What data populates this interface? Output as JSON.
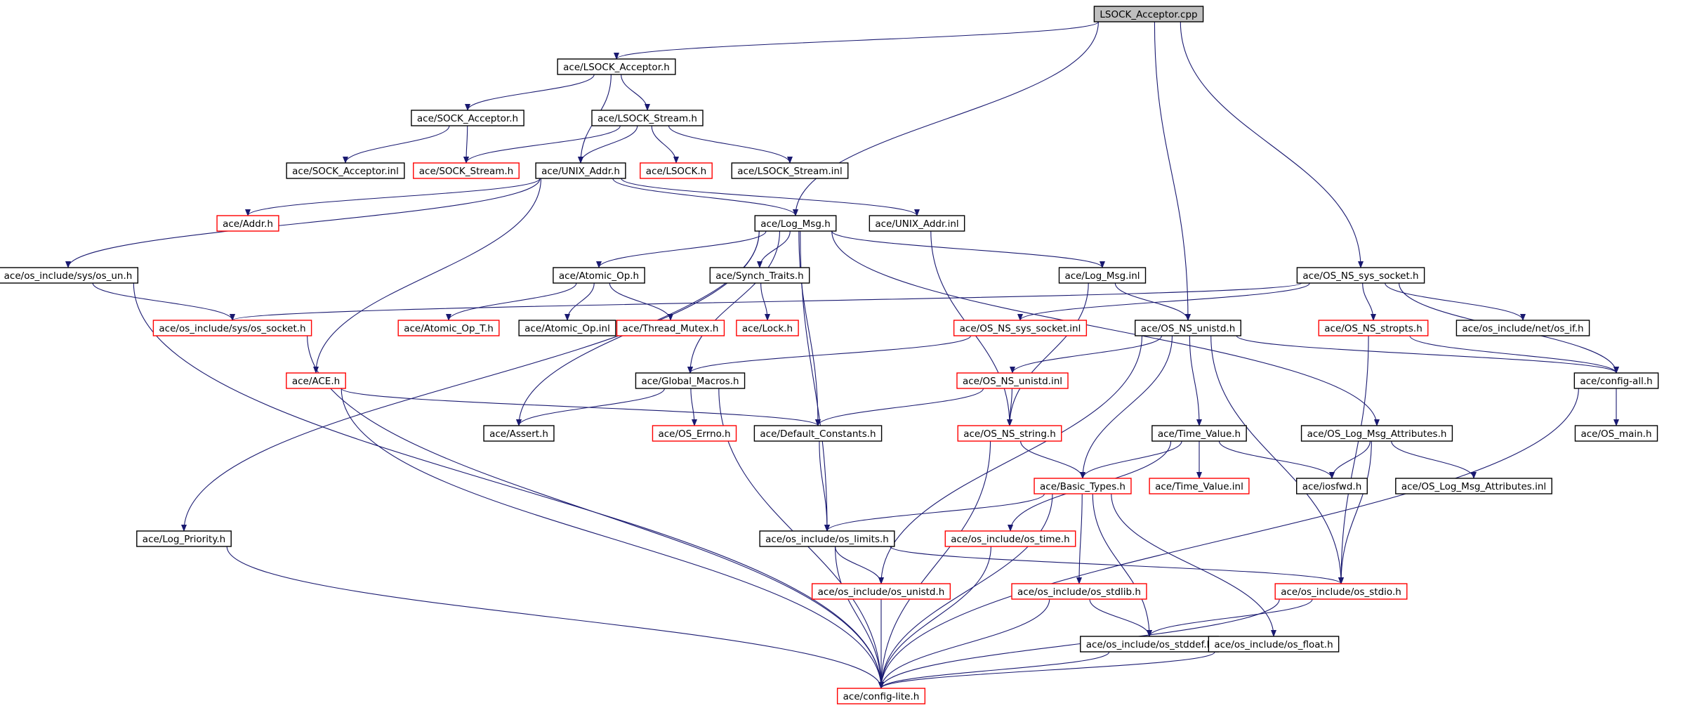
{
  "diagram": {
    "type": "include-dependency-graph",
    "colors": {
      "edge": "#191970",
      "root_fill": "#bfbfbf",
      "normal_border": "#000000",
      "missing_border": "#ff0000"
    },
    "nodes": [
      {
        "id": "root",
        "label": "LSOCK_Acceptor.cpp",
        "style": "root"
      },
      {
        "id": "lsock_acceptor_h",
        "label": "ace/LSOCK_Acceptor.h",
        "style": "normal"
      },
      {
        "id": "sock_acceptor_h",
        "label": "ace/SOCK_Acceptor.h",
        "style": "normal"
      },
      {
        "id": "lsock_stream_h",
        "label": "ace/LSOCK_Stream.h",
        "style": "normal"
      },
      {
        "id": "sock_acceptor_inl",
        "label": "ace/SOCK_Acceptor.inl",
        "style": "normal"
      },
      {
        "id": "sock_stream_h",
        "label": "ace/SOCK_Stream.h",
        "style": "missing"
      },
      {
        "id": "unix_addr_h",
        "label": "ace/UNIX_Addr.h",
        "style": "normal"
      },
      {
        "id": "lsock_h",
        "label": "ace/LSOCK.h",
        "style": "missing"
      },
      {
        "id": "lsock_stream_inl",
        "label": "ace/LSOCK_Stream.inl",
        "style": "normal"
      },
      {
        "id": "addr_h",
        "label": "ace/Addr.h",
        "style": "missing"
      },
      {
        "id": "log_msg_h",
        "label": "ace/Log_Msg.h",
        "style": "normal"
      },
      {
        "id": "unix_addr_inl",
        "label": "ace/UNIX_Addr.inl",
        "style": "normal"
      },
      {
        "id": "os_un_h",
        "label": "ace/os_include/sys/os_un.h",
        "style": "normal"
      },
      {
        "id": "atomic_op_h",
        "label": "ace/Atomic_Op.h",
        "style": "normal"
      },
      {
        "id": "synch_traits_h",
        "label": "ace/Synch_Traits.h",
        "style": "normal"
      },
      {
        "id": "log_msg_inl",
        "label": "ace/Log_Msg.inl",
        "style": "normal"
      },
      {
        "id": "os_ns_sys_socket_h",
        "label": "ace/OS_NS_sys_socket.h",
        "style": "normal"
      },
      {
        "id": "os_socket_h",
        "label": "ace/os_include/sys/os_socket.h",
        "style": "missing"
      },
      {
        "id": "atomic_op_t_h",
        "label": "ace/Atomic_Op_T.h",
        "style": "missing"
      },
      {
        "id": "atomic_op_inl",
        "label": "ace/Atomic_Op.inl",
        "style": "normal"
      },
      {
        "id": "thread_mutex_h",
        "label": "ace/Thread_Mutex.h",
        "style": "missing"
      },
      {
        "id": "lock_h",
        "label": "ace/Lock.h",
        "style": "missing"
      },
      {
        "id": "os_ns_sys_socket_inl",
        "label": "ace/OS_NS_sys_socket.inl",
        "style": "missing"
      },
      {
        "id": "os_ns_unistd_h",
        "label": "ace/OS_NS_unistd.h",
        "style": "normal"
      },
      {
        "id": "os_ns_stropts_h",
        "label": "ace/OS_NS_stropts.h",
        "style": "missing"
      },
      {
        "id": "os_if_h",
        "label": "ace/os_include/net/os_if.h",
        "style": "normal"
      },
      {
        "id": "ace_h",
        "label": "ace/ACE.h",
        "style": "missing"
      },
      {
        "id": "global_macros_h",
        "label": "ace/Global_Macros.h",
        "style": "normal"
      },
      {
        "id": "os_ns_unistd_inl",
        "label": "ace/OS_NS_unistd.inl",
        "style": "missing"
      },
      {
        "id": "config_all_h",
        "label": "ace/config-all.h",
        "style": "normal"
      },
      {
        "id": "assert_h",
        "label": "ace/Assert.h",
        "style": "normal"
      },
      {
        "id": "os_errno_h",
        "label": "ace/OS_Errno.h",
        "style": "missing"
      },
      {
        "id": "default_constants_h",
        "label": "ace/Default_Constants.h",
        "style": "normal"
      },
      {
        "id": "os_ns_string_h",
        "label": "ace/OS_NS_string.h",
        "style": "missing"
      },
      {
        "id": "time_value_h",
        "label": "ace/Time_Value.h",
        "style": "normal"
      },
      {
        "id": "os_log_msg_attributes_h",
        "label": "ace/OS_Log_Msg_Attributes.h",
        "style": "normal"
      },
      {
        "id": "os_main_h",
        "label": "ace/OS_main.h",
        "style": "normal"
      },
      {
        "id": "basic_types_h",
        "label": "ace/Basic_Types.h",
        "style": "missing"
      },
      {
        "id": "time_value_inl",
        "label": "ace/Time_Value.inl",
        "style": "missing"
      },
      {
        "id": "iosfwd_h",
        "label": "ace/iosfwd.h",
        "style": "normal"
      },
      {
        "id": "os_log_msg_attributes_inl",
        "label": "ace/OS_Log_Msg_Attributes.inl",
        "style": "normal"
      },
      {
        "id": "log_priority_h",
        "label": "ace/Log_Priority.h",
        "style": "normal"
      },
      {
        "id": "os_limits_h",
        "label": "ace/os_include/os_limits.h",
        "style": "normal"
      },
      {
        "id": "os_time_h",
        "label": "ace/os_include/os_time.h",
        "style": "missing"
      },
      {
        "id": "os_unistd_h",
        "label": "ace/os_include/os_unistd.h",
        "style": "missing"
      },
      {
        "id": "os_stdlib_h",
        "label": "ace/os_include/os_stdlib.h",
        "style": "missing"
      },
      {
        "id": "os_stdio_h",
        "label": "ace/os_include/os_stdio.h",
        "style": "missing"
      },
      {
        "id": "os_stddef_h",
        "label": "ace/os_include/os_stddef.h",
        "style": "normal"
      },
      {
        "id": "os_float_h",
        "label": "ace/os_include/os_float.h",
        "style": "normal"
      },
      {
        "id": "config_lite_h",
        "label": "ace/config-lite.h",
        "style": "missing"
      }
    ],
    "edges": [
      [
        "root",
        "lsock_acceptor_h"
      ],
      [
        "root",
        "log_msg_h"
      ],
      [
        "root",
        "os_ns_unistd_h"
      ],
      [
        "root",
        "os_ns_sys_socket_h"
      ],
      [
        "lsock_acceptor_h",
        "sock_acceptor_h"
      ],
      [
        "lsock_acceptor_h",
        "lsock_stream_h"
      ],
      [
        "lsock_acceptor_h",
        "unix_addr_h"
      ],
      [
        "sock_acceptor_h",
        "sock_acceptor_inl"
      ],
      [
        "sock_acceptor_h",
        "sock_stream_h"
      ],
      [
        "lsock_stream_h",
        "sock_stream_h"
      ],
      [
        "lsock_stream_h",
        "unix_addr_h"
      ],
      [
        "lsock_stream_h",
        "lsock_h"
      ],
      [
        "lsock_stream_h",
        "lsock_stream_inl"
      ],
      [
        "unix_addr_h",
        "addr_h"
      ],
      [
        "unix_addr_h",
        "log_msg_h"
      ],
      [
        "unix_addr_h",
        "unix_addr_inl"
      ],
      [
        "unix_addr_h",
        "os_un_h"
      ],
      [
        "unix_addr_h",
        "ace_h"
      ],
      [
        "unix_addr_inl",
        "os_ns_string_h"
      ],
      [
        "os_un_h",
        "os_socket_h"
      ],
      [
        "os_un_h",
        "config_lite_h"
      ],
      [
        "log_msg_h",
        "atomic_op_h"
      ],
      [
        "log_msg_h",
        "synch_traits_h"
      ],
      [
        "log_msg_h",
        "log_msg_inl"
      ],
      [
        "log_msg_h",
        "os_log_msg_attributes_h"
      ],
      [
        "log_msg_h",
        "log_priority_h"
      ],
      [
        "log_msg_h",
        "assert_h"
      ],
      [
        "log_msg_h",
        "global_macros_h"
      ],
      [
        "log_msg_h",
        "default_constants_h"
      ],
      [
        "log_msg_h",
        "os_limits_h"
      ],
      [
        "atomic_op_h",
        "atomic_op_t_h"
      ],
      [
        "atomic_op_h",
        "atomic_op_inl"
      ],
      [
        "atomic_op_h",
        "thread_mutex_h"
      ],
      [
        "synch_traits_h",
        "lock_h"
      ],
      [
        "log_msg_inl",
        "os_ns_unistd_h"
      ],
      [
        "log_msg_inl",
        "os_ns_string_h"
      ],
      [
        "os_ns_sys_socket_h",
        "os_socket_h"
      ],
      [
        "os_ns_sys_socket_h",
        "os_ns_sys_socket_inl"
      ],
      [
        "os_ns_sys_socket_h",
        "os_ns_stropts_h"
      ],
      [
        "os_ns_sys_socket_h",
        "os_if_h"
      ],
      [
        "os_ns_sys_socket_h",
        "config_all_h"
      ],
      [
        "os_ns_sys_socket_inl",
        "global_macros_h"
      ],
      [
        "os_socket_h",
        "config_lite_h"
      ],
      [
        "os_ns_unistd_h",
        "os_ns_unistd_inl"
      ],
      [
        "os_ns_unistd_h",
        "time_value_h"
      ],
      [
        "os_ns_unistd_h",
        "basic_types_h"
      ],
      [
        "os_ns_unistd_h",
        "os_unistd_h"
      ],
      [
        "os_ns_unistd_h",
        "os_stdio_h"
      ],
      [
        "os_ns_unistd_h",
        "config_all_h"
      ],
      [
        "os_ns_unistd_inl",
        "default_constants_h"
      ],
      [
        "os_ns_unistd_inl",
        "os_ns_string_h"
      ],
      [
        "os_ns_stropts_h",
        "config_all_h"
      ],
      [
        "os_ns_stropts_h",
        "os_stdio_h"
      ],
      [
        "config_all_h",
        "os_main_h"
      ],
      [
        "config_all_h",
        "config_lite_h"
      ],
      [
        "ace_h",
        "default_constants_h"
      ],
      [
        "ace_h",
        "config_lite_h"
      ],
      [
        "global_macros_h",
        "assert_h"
      ],
      [
        "global_macros_h",
        "os_errno_h"
      ],
      [
        "global_macros_h",
        "config_lite_h"
      ],
      [
        "default_constants_h",
        "os_limits_h"
      ],
      [
        "os_ns_string_h",
        "basic_types_h"
      ],
      [
        "os_ns_string_h",
        "config_lite_h"
      ],
      [
        "time_value_h",
        "basic_types_h"
      ],
      [
        "time_value_h",
        "time_value_inl"
      ],
      [
        "time_value_h",
        "iosfwd_h"
      ],
      [
        "time_value_h",
        "os_time_h"
      ],
      [
        "os_log_msg_attributes_h",
        "iosfwd_h"
      ],
      [
        "os_log_msg_attributes_h",
        "os_log_msg_attributes_inl"
      ],
      [
        "os_log_msg_attributes_h",
        "os_stdio_h"
      ],
      [
        "basic_types_h",
        "os_limits_h"
      ],
      [
        "basic_types_h",
        "os_stdlib_h"
      ],
      [
        "basic_types_h",
        "os_stddef_h"
      ],
      [
        "basic_types_h",
        "os_float_h"
      ],
      [
        "basic_types_h",
        "config_lite_h"
      ],
      [
        "log_priority_h",
        "config_lite_h"
      ],
      [
        "os_limits_h",
        "os_unistd_h"
      ],
      [
        "os_limits_h",
        "os_stdio_h"
      ],
      [
        "os_limits_h",
        "config_lite_h"
      ],
      [
        "os_time_h",
        "config_lite_h"
      ],
      [
        "os_unistd_h",
        "config_lite_h"
      ],
      [
        "os_stdlib_h",
        "os_stddef_h"
      ],
      [
        "os_stdlib_h",
        "config_lite_h"
      ],
      [
        "os_stdio_h",
        "os_stddef_h"
      ],
      [
        "os_stdio_h",
        "config_lite_h"
      ],
      [
        "os_stddef_h",
        "config_lite_h"
      ],
      [
        "os_float_h",
        "config_lite_h"
      ]
    ]
  }
}
